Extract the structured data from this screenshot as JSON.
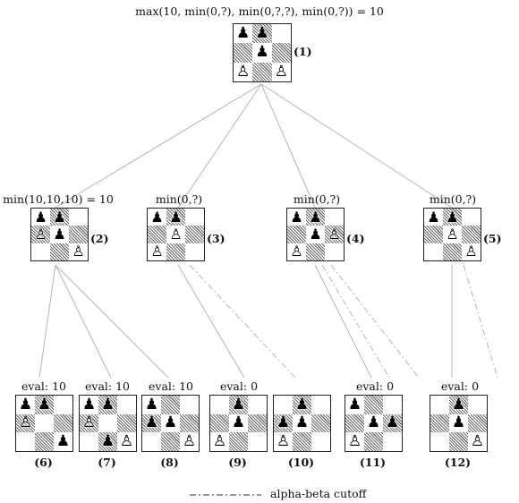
{
  "root": {
    "label": "max(10, min(0,?), min(0,?,?), min(0,?)) = 10",
    "number": "(1)",
    "board": [
      "bb.",
      ".b.",
      "w.w"
    ]
  },
  "level1": [
    {
      "label": "min(10,10,10) = 10",
      "number": "(2)",
      "board": [
        "bb.",
        "wb.",
        "..w"
      ]
    },
    {
      "label": "min(0,?)",
      "number": "(3)",
      "board": [
        "bb.",
        ".w.",
        "w.."
      ]
    },
    {
      "label": "min(0,?)",
      "number": "(4)",
      "board": [
        "bb.",
        ".bw",
        "w.."
      ]
    },
    {
      "label": "min(0,?)",
      "number": "(5)",
      "board": [
        "bb.",
        ".w.",
        "..w"
      ]
    }
  ],
  "leaves": [
    {
      "label": "eval: 10",
      "number": "(6)",
      "board": [
        "bb.",
        "w..",
        "..b"
      ]
    },
    {
      "label": "eval: 10",
      "number": "(7)",
      "board": [
        "bb.",
        "w..",
        ".bw"
      ]
    },
    {
      "label": "eval: 10",
      "number": "(8)",
      "board": [
        "b..",
        "bb.",
        "..w"
      ]
    },
    {
      "label": "eval: 0",
      "number": "(9)",
      "board": [
        ".b.",
        ".b.",
        "w.."
      ]
    },
    {
      "label": "",
      "number": "(10)",
      "board": [
        ".b.",
        "bb.",
        "w.."
      ]
    },
    {
      "label": "eval: 0",
      "number": "(11)",
      "board": [
        "b..",
        ".bb",
        "w.."
      ]
    },
    {
      "label": "eval: 0",
      "number": "(12)",
      "board": [
        ".b.",
        ".b.",
        "..w"
      ]
    }
  ],
  "edges": [
    {
      "from": 1,
      "to": 2,
      "style": "solid"
    },
    {
      "from": 1,
      "to": 3,
      "style": "solid"
    },
    {
      "from": 1,
      "to": 4,
      "style": "solid"
    },
    {
      "from": 1,
      "to": 5,
      "style": "solid"
    },
    {
      "from": 2,
      "to": 6,
      "style": "solid"
    },
    {
      "from": 2,
      "to": 7,
      "style": "solid"
    },
    {
      "from": 2,
      "to": 8,
      "style": "solid"
    },
    {
      "from": 3,
      "to": 9,
      "style": "solid"
    },
    {
      "from": 3,
      "to": 10,
      "style": "cutoff"
    },
    {
      "from": 4,
      "to": 11,
      "style": "solid"
    },
    {
      "from": 4,
      "to": "4-cut-a",
      "style": "cutoff"
    },
    {
      "from": 4,
      "to": "4-cut-b",
      "style": "cutoff"
    },
    {
      "from": 5,
      "to": 12,
      "style": "solid"
    },
    {
      "from": 5,
      "to": "5-cut",
      "style": "cutoff"
    }
  ],
  "legend": {
    "label": "alpha-beta cutoff"
  },
  "colors": {
    "edge": "#b5b5b5",
    "cutoff": "#b5b5b5",
    "text": "#111111"
  },
  "pieces": {
    "b": "black-pawn",
    "w": "white-pawn"
  }
}
